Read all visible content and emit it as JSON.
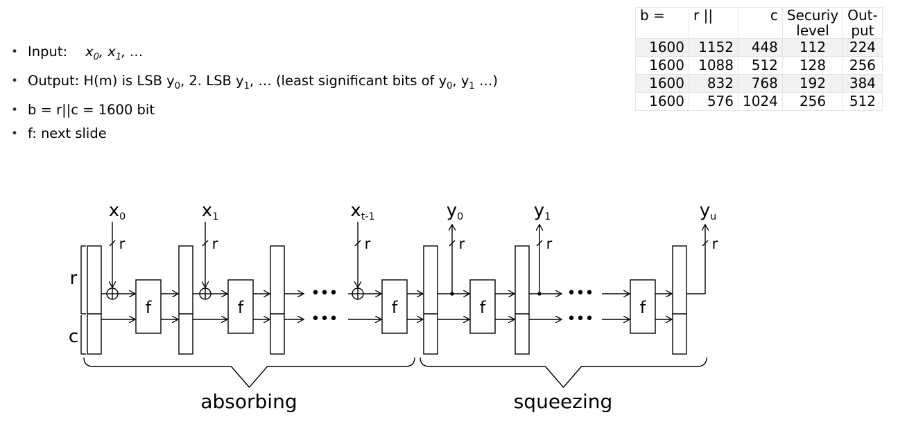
{
  "bullets": {
    "input_label": "Input:",
    "input_values": "x0, x1, …",
    "output_text": "Output: H(m) is LSB y0, 2. LSB y1, …  (least significant bits of y0, y1 …)",
    "b_text": "b = r||c = 1600 bit",
    "f_text": "f: next slide"
  },
  "table": {
    "headers": [
      "b =",
      "r   ||",
      "c",
      "Securiy level",
      "Out-put"
    ],
    "rows": [
      [
        "1600",
        "1152",
        "448",
        "112",
        "224"
      ],
      [
        "1600",
        "1088",
        "512",
        "128",
        "256"
      ],
      [
        "1600",
        "832",
        "768",
        "192",
        "384"
      ],
      [
        "1600",
        "576",
        "1024",
        "256",
        "512"
      ]
    ]
  },
  "diagram": {
    "inputs": [
      "x0",
      "x1",
      "xt-1"
    ],
    "outputs": [
      "y0",
      "y1",
      "yu"
    ],
    "rate_label": "r",
    "capacity_label": "c",
    "function_label": "f",
    "ellipsis": "•••",
    "phases": [
      "absorbing",
      "squeezing"
    ]
  }
}
